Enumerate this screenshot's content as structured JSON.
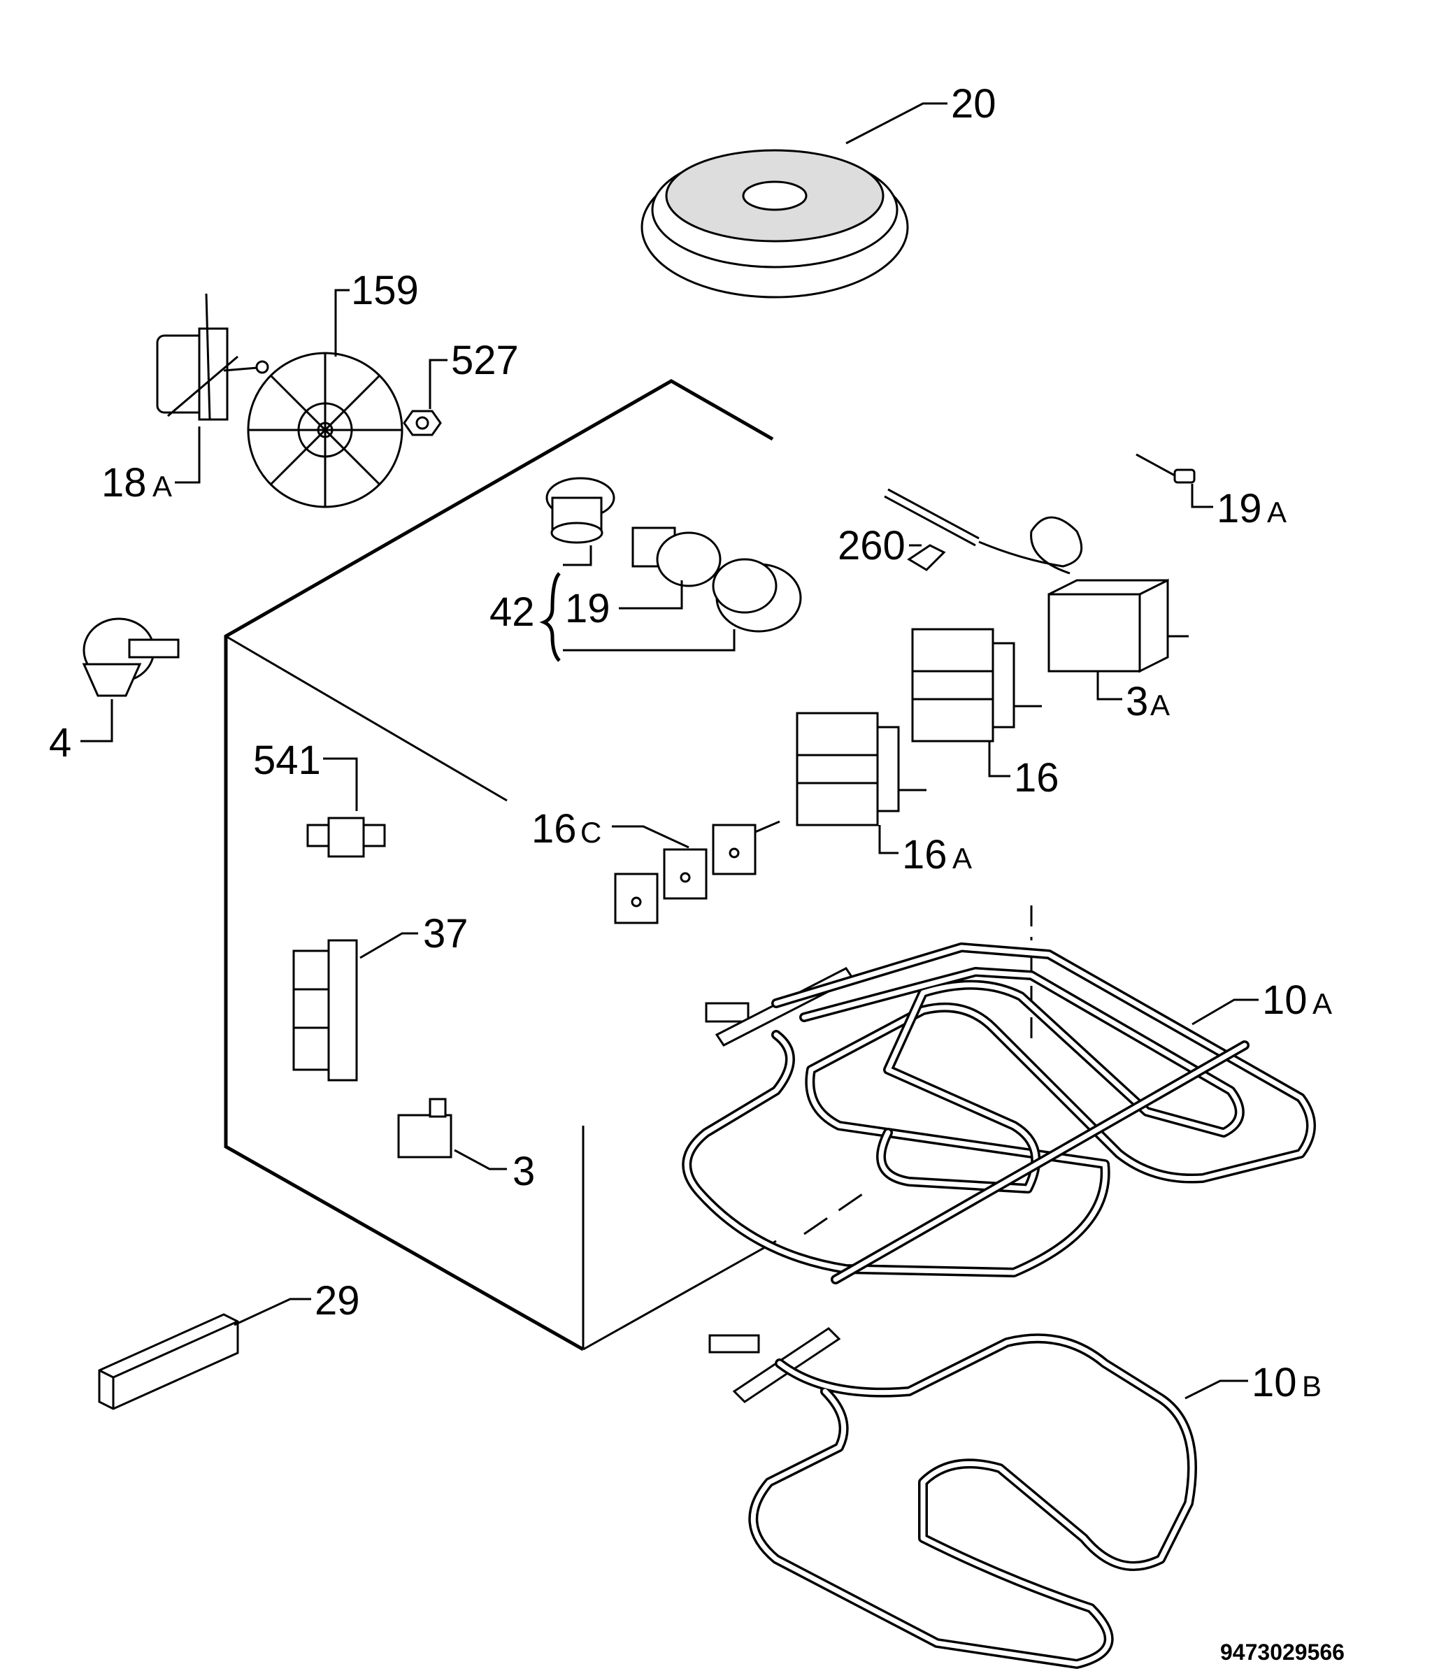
{
  "labels": {
    "p20": "20",
    "p159": "159",
    "p527": "527",
    "p18a_num": "18",
    "p18a_suf": "A",
    "p19a_num": "19",
    "p19a_suf": "A",
    "p260": "260",
    "p42": "42",
    "p19": "19",
    "p4": "4",
    "p3a_num": "3",
    "p3a_suf": "A",
    "p16": "16",
    "p541": "541",
    "p16c_num": "16",
    "p16c_suf": "C",
    "p16a_num": "16",
    "p16a_suf": "A",
    "p37": "37",
    "p10a_num": "10",
    "p10a_suf": "A",
    "p3": "3",
    "p29": "29",
    "p10b_num": "10",
    "p10b_suf": "B"
  },
  "document_number": "9473029566"
}
